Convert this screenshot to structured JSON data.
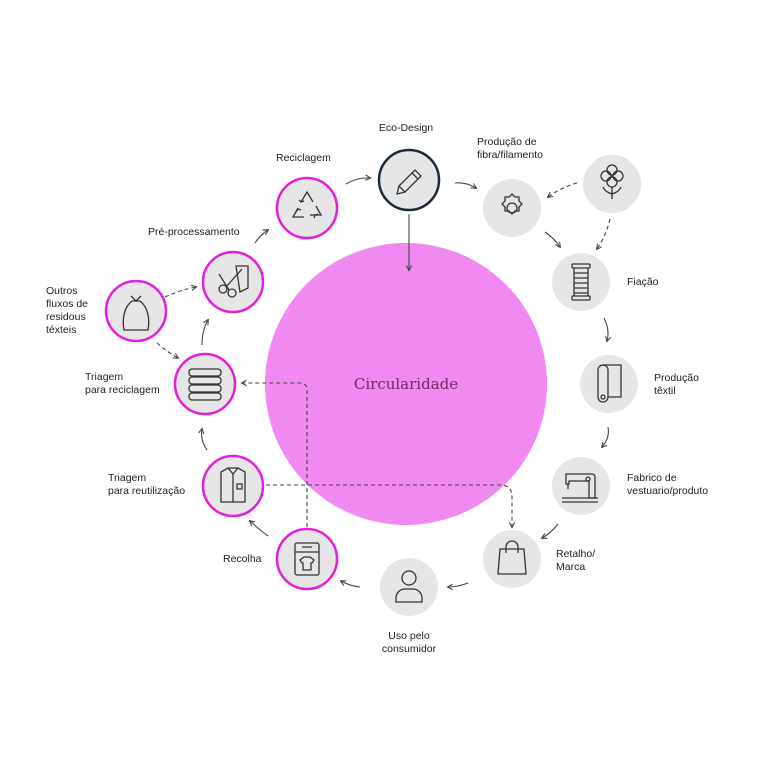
{
  "center_label": "Circularidade",
  "stages": {
    "eco_design": "Eco-Design",
    "fibre": "Produção de\nfibra/filamento",
    "spinning": "Fiação",
    "textile": "Produção\ntêxtil",
    "garment": "Fabrico de\nvestuario/produto",
    "retail": "Retalho/\nMarca",
    "use": "Uso pelo\nconsumidor",
    "collection": "Recolha",
    "sort_reuse": "Triagem\npara reutilização",
    "sort_recycle": "Triagem\npara reciclagem",
    "other_waste": "Outros\nfluxos de\nresidous\ntéxteis",
    "preprocess": "Pré-processamento",
    "recycling": "Reciclagem"
  },
  "colors": {
    "accent": "#e51fd9",
    "center_fill": "#f08af0",
    "grey_node": "#e6e6e6",
    "eco_ring": "#1b2b3a",
    "arrow": "#444444"
  },
  "icons": {
    "eco_design": "pencil-icon",
    "fibre": "gear-icon",
    "cotton": "cotton-flower-icon",
    "spinning": "thread-spool-icon",
    "textile": "fabric-roll-icon",
    "garment": "sewing-machine-icon",
    "retail": "shopping-bag-icon",
    "use": "person-icon",
    "collection": "collection-bin-icon",
    "sort_reuse": "shirt-icon",
    "sort_recycle": "folded-textiles-icon",
    "other_waste": "waste-bag-icon",
    "preprocess": "scissors-icon",
    "recycling": "recycle-icon"
  }
}
